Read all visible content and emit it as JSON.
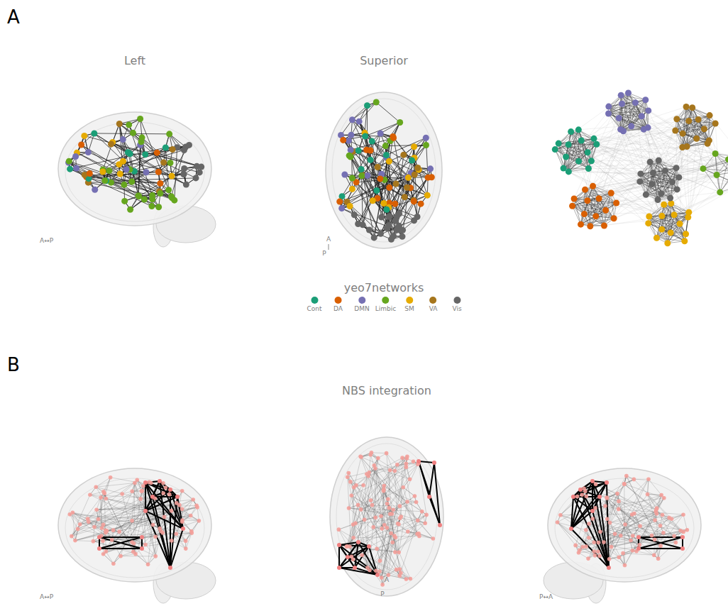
{
  "diagram": {
    "labels": [
      "A",
      "Left",
      "Superior",
      "A↔P",
      "A",
      "P",
      "yeo7networks",
      "B",
      "NBS integration",
      "A↔P",
      "A",
      "P",
      "P↔A"
    ],
    "legend": [
      {
        "text": "Cont",
        "color": "#1b9e77"
      },
      {
        "text": "DA",
        "color": "#d95f02"
      },
      {
        "text": "DMN",
        "color": "#7570b3"
      },
      {
        "text": "Limbic",
        "color": "#66a61e"
      },
      {
        "text": "SM",
        "color": "#e6ab02"
      },
      {
        "text": "VA",
        "color": "#a6761d"
      },
      {
        "text": "Vis",
        "color": "#666666"
      }
    ]
  }
}
